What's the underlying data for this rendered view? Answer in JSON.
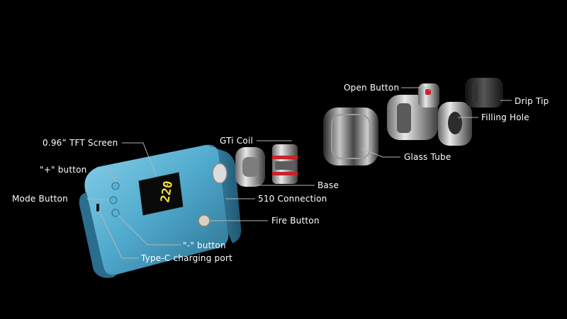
{
  "labels": {
    "screen": "0.96” TFT Screen",
    "plus_button": "\"+\" button",
    "mode_button": "Mode Button",
    "minus_button": "\"-\" button",
    "typec_port": "Type-C charging port",
    "gti_coil": "GTi Coil",
    "base": "Base",
    "connection_510": "510 Connection",
    "fire_button": "Fire Button",
    "glass_tube": "Glass Tube",
    "open_button": "Open Button",
    "filling_hole": "Filling Hole",
    "drip_tip": "Drip Tip"
  },
  "screen_text": "220",
  "colors": {
    "background": "#000000",
    "device_body": "#5fb6d6",
    "leader_line": "#b5b5b5",
    "label_text": "#ffffff",
    "screen_digits": "#f3e23a"
  }
}
